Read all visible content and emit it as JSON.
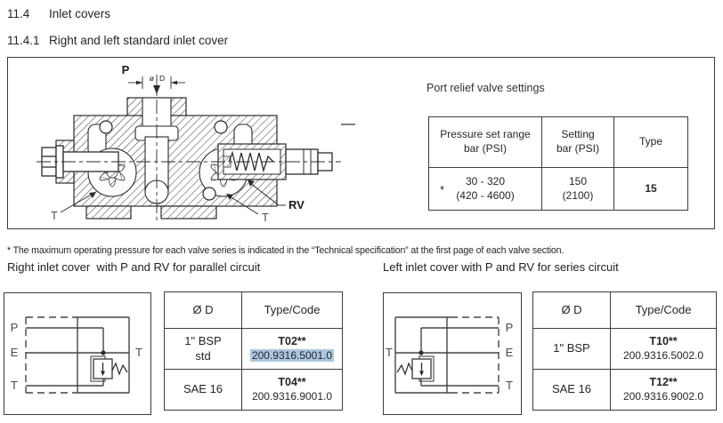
{
  "headings": {
    "section_num": "11.4",
    "section_title": "Inlet covers",
    "subsection_num": "11.4.1",
    "subsection_title": "Right and left standard inlet cover"
  },
  "drawing": {
    "label_p": "P",
    "label_dia_o": "ø",
    "label_dia_d": "D",
    "label_t_left": "T",
    "label_t_right": "T",
    "label_rv": "RV"
  },
  "relief_table": {
    "title": "Port relief valve settings",
    "col1_header_line1": "Pressure set range",
    "col1_header_line2": "bar (PSI)",
    "col2_header_line1": "Setting",
    "col2_header_line2": "bar (PSI)",
    "col3_header": "Type",
    "row_asterisk": "*",
    "row_range_line1": "30 - 320",
    "row_range_line2": "(420 - 4600)",
    "row_setting_line1": "150",
    "row_setting_line2": "(2100)",
    "row_type": "15"
  },
  "footnote": "* The maximum operating pressure for each valve series is indicated in the “Technical specification” at the first page of each valve section.",
  "right_cover": {
    "heading": "Right inlet cover  with P and RV for parallel circuit",
    "schematic": {
      "p": "P",
      "e": "E",
      "t": "T",
      "t_out": "T"
    },
    "table": {
      "col1_header": "Ø D",
      "col2_header": "Type/Code",
      "rows": [
        {
          "size_line1": "1\" BSP",
          "size_line2": "std",
          "type": "T02**",
          "code": "200.9316.5001.0"
        },
        {
          "size_line1": "SAE 16",
          "size_line2": "",
          "type": "T04**",
          "code": "200.9316.9001.0"
        }
      ]
    }
  },
  "left_cover": {
    "heading": "Left inlet cover with P and RV for series circuit",
    "schematic": {
      "p": "P",
      "e": "E",
      "t": "T",
      "t_out": "T"
    },
    "table": {
      "col1_header": "Ø D",
      "col2_header": "Type/Code",
      "rows": [
        {
          "size_line1": "1\" BSP",
          "size_line2": "",
          "type": "T10**",
          "code": "200.9316.5002.0"
        },
        {
          "size_line1": "SAE 16",
          "size_line2": "",
          "type": "T12**",
          "code": "200.9316.9002.0"
        }
      ]
    }
  },
  "colors": {
    "highlight": "#a9c7e0",
    "line": "#3c3c3c",
    "text": "#262626"
  }
}
